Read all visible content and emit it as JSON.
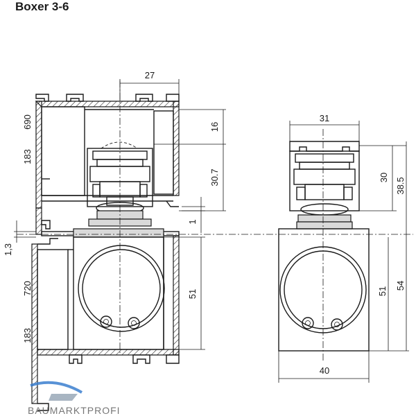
{
  "title": "Boxer 3-6",
  "colors": {
    "line": "#1a1a1a",
    "watermark": "#5f5f5f",
    "watermark_accent": "#3b7fd0",
    "fill": "#d9d9d9"
  },
  "dimensions": {
    "top_width": "27",
    "left_top_code": "690",
    "left_top_height": "183",
    "upper_16": "16",
    "upper_30_7": "30.7",
    "gap_1": "1",
    "gap_1_3": "1,3",
    "left_bottom_code": "720",
    "left_bottom_height": "183",
    "lower_51": "51",
    "right_width_31": "31",
    "right_30": "30",
    "right_38_5": "38.5",
    "right_51": "51",
    "right_54": "54",
    "right_width_40": "40"
  },
  "watermark": "BAUMARKTPROFI"
}
